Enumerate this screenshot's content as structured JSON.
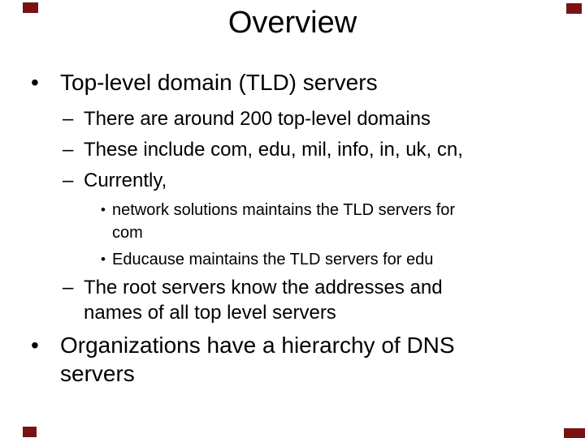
{
  "slide": {
    "title": "Overview",
    "content": [
      {
        "level": 1,
        "marker": "•",
        "text": "Top-level domain (TLD) servers"
      },
      {
        "level": 2,
        "marker": "–",
        "text": "There are around 200 top-level domains"
      },
      {
        "level": 2,
        "marker": "–",
        "text": "These include com, edu, mil, info, in, uk, cn,"
      },
      {
        "level": 2,
        "marker": "–",
        "text": "Currently,"
      },
      {
        "level": 3,
        "marker": "•",
        "text": "network solutions maintains the TLD servers for\ncom"
      },
      {
        "level": 3,
        "marker": "•",
        "text": "Educause maintains the TLD servers for edu"
      },
      {
        "level": 2,
        "marker": "–",
        "text": "The root servers know the addresses and\nnames of all top level servers"
      },
      {
        "level": 1,
        "marker": "•",
        "text": "Organizations have a hierarchy of DNS\nservers"
      }
    ],
    "colors": {
      "background": "#ffffff",
      "text": "#000000",
      "corner_mark": "#7a1212"
    }
  }
}
